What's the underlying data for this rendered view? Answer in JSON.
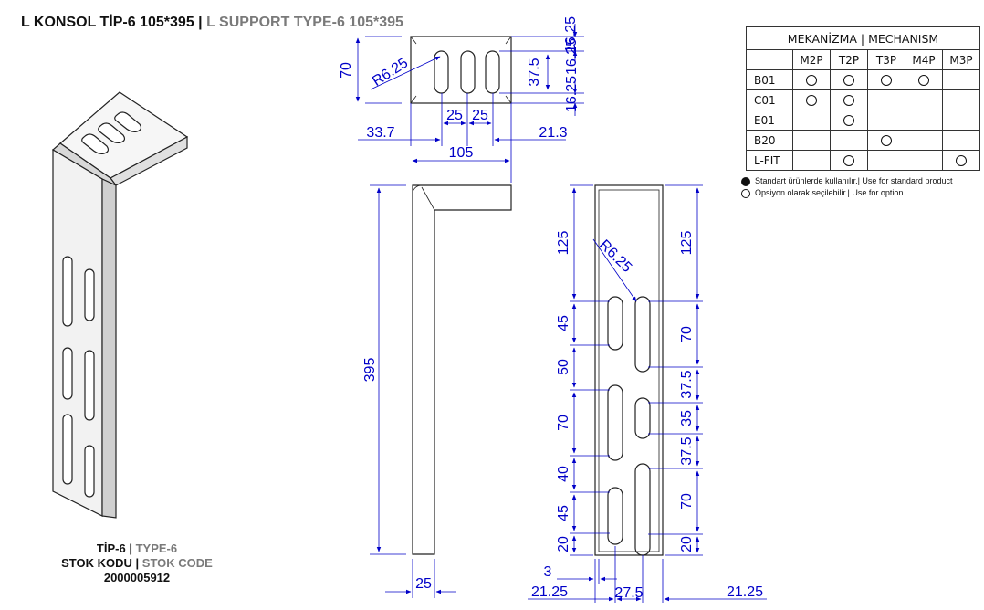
{
  "header": {
    "title_tr": "L KONSOL TİP-6 105*395",
    "separator": "|",
    "title_en": "L SUPPORT TYPE-6 105*395"
  },
  "caption": {
    "type_tr": "TİP-6",
    "type_en": "TYPE-6",
    "code_tr": "STOK KODU",
    "code_en": "STOK CODE",
    "code_value": "2000005912"
  },
  "top_view": {
    "dims": {
      "d16_25a": "16.25",
      "d70": "70",
      "r6_25": "R6.25",
      "d37_5": "37.5",
      "d16_25b": "16.25",
      "d16_25c": "16.25",
      "d25a": "25",
      "d25b": "25",
      "d33_7": "33.7",
      "d21_3": "21.3",
      "d105": "105"
    }
  },
  "side_view": {
    "dims": {
      "d395": "395",
      "d25": "25"
    }
  },
  "front_view": {
    "dims": {
      "l125": "125",
      "l45a": "45",
      "l50": "50",
      "l70": "70",
      "l40": "40",
      "l45b": "45",
      "l20": "20",
      "r125": "125",
      "r70a": "70",
      "r37_5a": "37.5",
      "r35": "35",
      "r37_5b": "37.5",
      "r70b": "70",
      "r20": "20",
      "r6_25": "R6.25",
      "d3": "3",
      "d21_25a": "21.25",
      "d27_5": "27.5",
      "d21_25b": "21.25"
    }
  },
  "mechanism_table": {
    "title": "MEKANİZMA | MECHANISM",
    "columns": [
      "M2P",
      "T2P",
      "T3P",
      "M4P",
      "M3P"
    ],
    "rows": [
      {
        "label": "B01",
        "marks": [
          true,
          true,
          true,
          true,
          false
        ]
      },
      {
        "label": "C01",
        "marks": [
          true,
          true,
          false,
          false,
          false
        ]
      },
      {
        "label": "E01",
        "marks": [
          false,
          true,
          false,
          false,
          false
        ]
      },
      {
        "label": "B20",
        "marks": [
          false,
          false,
          true,
          false,
          false
        ]
      },
      {
        "label": "L-FIT",
        "marks": [
          false,
          true,
          false,
          false,
          true
        ]
      }
    ]
  },
  "legend": {
    "standard": "Standart ürünlerde kullanılır.| Use for standard product",
    "option": "Opsiyon olarak seçilebilir.| Use for option"
  },
  "colors": {
    "dimension": "#0000c8",
    "outline": "#222222",
    "muted_text": "#7a7a7a"
  }
}
